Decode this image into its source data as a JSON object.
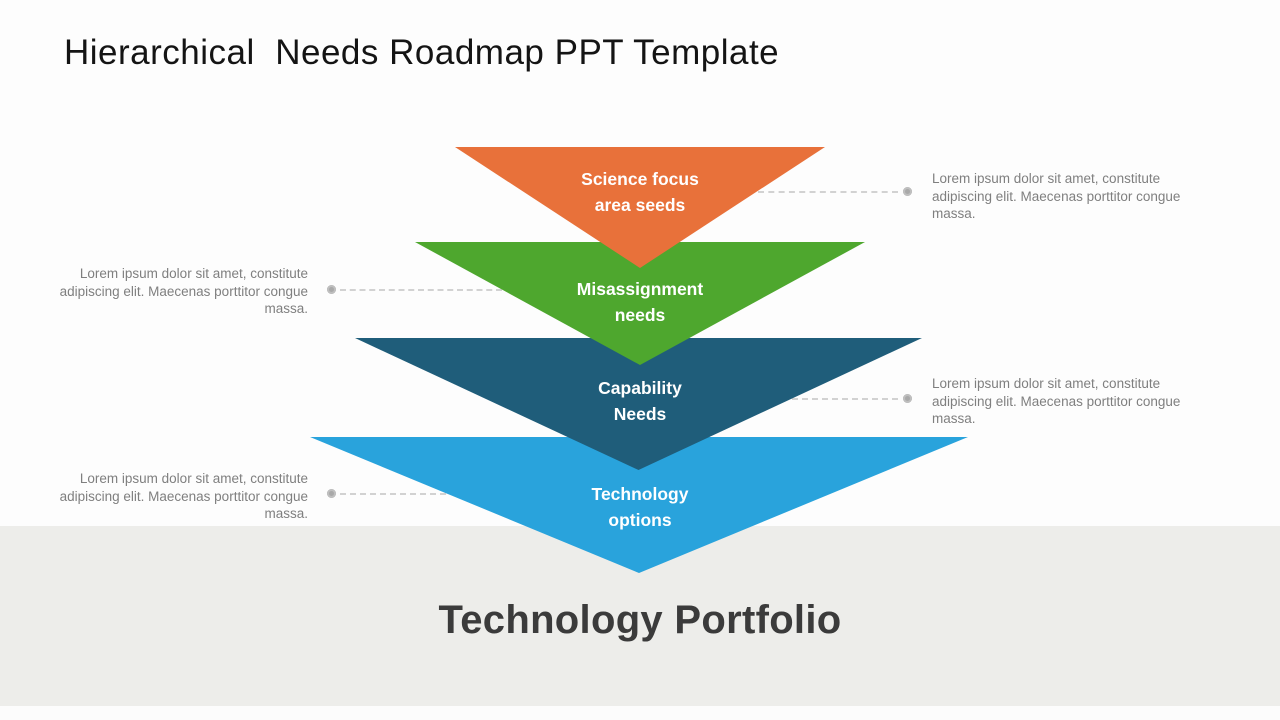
{
  "slide": {
    "title": "Hierarchical  Needs Roadmap PPT Template",
    "footer_title": "Technology Portfolio",
    "background_color": "#FDFDFD",
    "footer_band_color": "#EDEDEA"
  },
  "funnel": {
    "type": "inverted-pyramid",
    "levels": [
      {
        "label": "Science focus\narea seeds",
        "color": "#E8713A",
        "note_side": "right",
        "description": "Lorem ipsum dolor sit amet, constitute\nadipiscing elit. Maecenas porttitor congue\nmassa."
      },
      {
        "label": "Misassignment\nneeds",
        "color": "#4EA72E",
        "note_side": "left",
        "description": "Lorem ipsum dolor sit amet, constitute\nadipiscing elit. Maecenas porttitor congue\nmassa."
      },
      {
        "label": "Capability\nNeeds",
        "color": "#1F5D7A",
        "note_side": "right",
        "description": "Lorem ipsum dolor sit amet, constitute\nadipiscing elit. Maecenas porttitor congue\nmassa."
      },
      {
        "label": "Technology\noptions",
        "color": "#29A3DC",
        "note_side": "left",
        "description": "Lorem ipsum dolor sit amet, constitute\nadipiscing elit. Maecenas porttitor congue\nmassa."
      }
    ],
    "connector": {
      "line_color": "#D2D2D2",
      "dot_color": "#A9A9A9"
    },
    "label_text_color": "#FFFFFF",
    "note_text_color": "#7F7F7F"
  }
}
